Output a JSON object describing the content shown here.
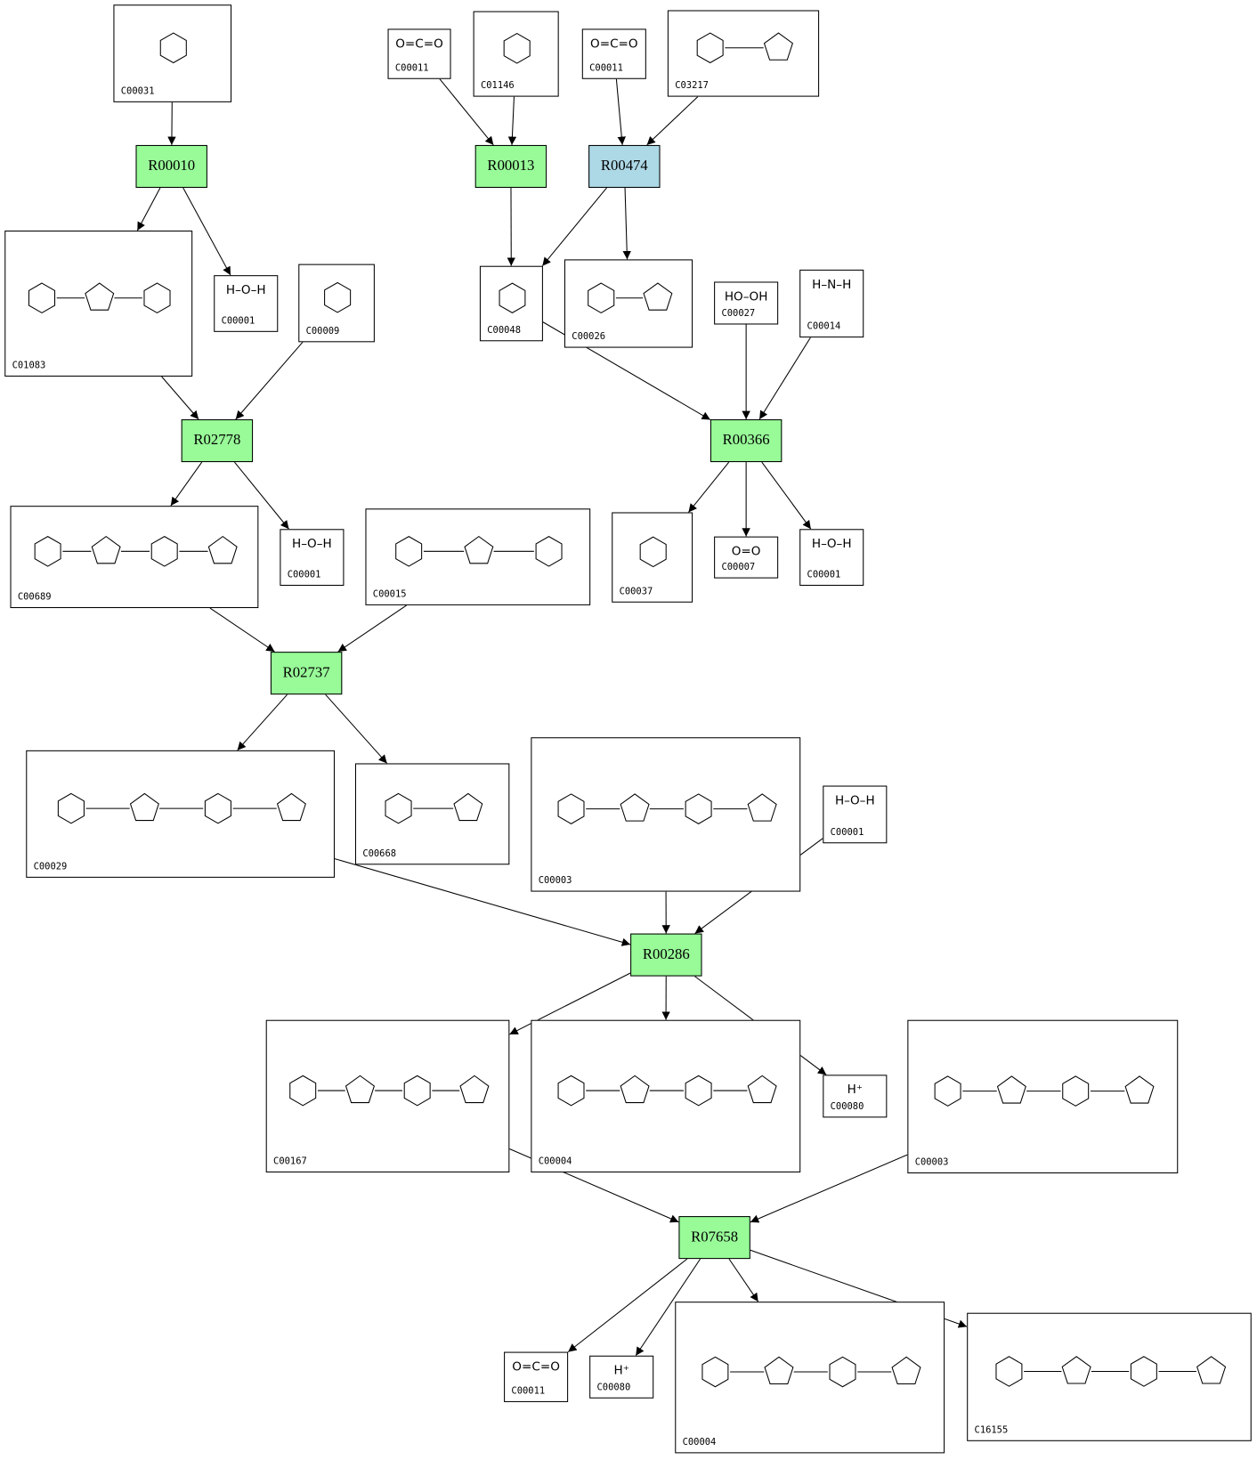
{
  "colors": {
    "reaction": "#98fb98",
    "reaction_highlight": "#add8e6",
    "border": "#000000"
  },
  "reactions": [
    {
      "id": "R00010",
      "label": "R00010",
      "highlight": false
    },
    {
      "id": "R00013",
      "label": "R00013",
      "highlight": false
    },
    {
      "id": "R00474",
      "label": "R00474",
      "highlight": true
    },
    {
      "id": "R02778",
      "label": "R02778",
      "highlight": false
    },
    {
      "id": "R00366",
      "label": "R00366",
      "highlight": false
    },
    {
      "id": "R02737",
      "label": "R02737",
      "highlight": false
    },
    {
      "id": "R00286",
      "label": "R00286",
      "highlight": false
    },
    {
      "id": "R07658",
      "label": "R07658",
      "highlight": false
    }
  ],
  "compounds": [
    {
      "key": "c00031",
      "label": "C00031",
      "structure": ""
    },
    {
      "key": "c00011a",
      "label": "C00011",
      "structure": "O=C=O"
    },
    {
      "key": "c01146",
      "label": "C01146",
      "structure": ""
    },
    {
      "key": "c00011b",
      "label": "C00011",
      "structure": "O=C=O"
    },
    {
      "key": "c03217",
      "label": "C03217",
      "structure": ""
    },
    {
      "key": "c01083",
      "label": "C01083",
      "structure": ""
    },
    {
      "key": "c00001a",
      "label": "C00001",
      "structure": "H–O–H"
    },
    {
      "key": "c00009",
      "label": "C00009",
      "structure": ""
    },
    {
      "key": "c00048",
      "label": "C00048",
      "structure": ""
    },
    {
      "key": "c00026",
      "label": "C00026",
      "structure": ""
    },
    {
      "key": "c00027",
      "label": "C00027",
      "structure": "HO–OH"
    },
    {
      "key": "c00014",
      "label": "C00014",
      "structure": "H–N–H"
    },
    {
      "key": "c00689",
      "label": "C00689",
      "structure": ""
    },
    {
      "key": "c00001b",
      "label": "C00001",
      "structure": "H–O–H"
    },
    {
      "key": "c00015",
      "label": "C00015",
      "structure": ""
    },
    {
      "key": "c00037",
      "label": "C00037",
      "structure": ""
    },
    {
      "key": "c00007",
      "label": "C00007",
      "structure": "O=O"
    },
    {
      "key": "c00001c",
      "label": "C00001",
      "structure": "H–O–H"
    },
    {
      "key": "c00029",
      "label": "C00029",
      "structure": ""
    },
    {
      "key": "c00668",
      "label": "C00668",
      "structure": ""
    },
    {
      "key": "c00003a",
      "label": "C00003",
      "structure": ""
    },
    {
      "key": "c00001d",
      "label": "C00001",
      "structure": "H–O–H"
    },
    {
      "key": "c00167",
      "label": "C00167",
      "structure": ""
    },
    {
      "key": "c00004a",
      "label": "C00004",
      "structure": ""
    },
    {
      "key": "c00080a",
      "label": "C00080",
      "structure": "H⁺"
    },
    {
      "key": "c00003b",
      "label": "C00003",
      "structure": ""
    },
    {
      "key": "c00011c",
      "label": "C00011",
      "structure": "O=C=O"
    },
    {
      "key": "c00080b",
      "label": "C00080",
      "structure": "H⁺"
    },
    {
      "key": "c00004b",
      "label": "C00004",
      "structure": ""
    },
    {
      "key": "c16155",
      "label": "C16155",
      "structure": ""
    }
  ],
  "edges": [
    [
      "c00031",
      "R00010"
    ],
    [
      "c00011a",
      "R00013"
    ],
    [
      "c01146",
      "R00013"
    ],
    [
      "c00011b",
      "R00474"
    ],
    [
      "c03217",
      "R00474"
    ],
    [
      "R00010",
      "c01083"
    ],
    [
      "R00010",
      "c00001a"
    ],
    [
      "R00013",
      "c00048"
    ],
    [
      "R00474",
      "c00048"
    ],
    [
      "R00474",
      "c00026"
    ],
    [
      "c01083",
      "R02778"
    ],
    [
      "c00009",
      "R02778"
    ],
    [
      "c00048",
      "R00366"
    ],
    [
      "c00027",
      "R00366"
    ],
    [
      "c00014",
      "R00366"
    ],
    [
      "R02778",
      "c00689"
    ],
    [
      "R02778",
      "c00001b"
    ],
    [
      "R00366",
      "c00037"
    ],
    [
      "R00366",
      "c00007"
    ],
    [
      "R00366",
      "c00001c"
    ],
    [
      "c00689",
      "R02737"
    ],
    [
      "c00015",
      "R02737"
    ],
    [
      "R02737",
      "c00029"
    ],
    [
      "R02737",
      "c00668"
    ],
    [
      "c00029",
      "R00286"
    ],
    [
      "c00003a",
      "R00286"
    ],
    [
      "c00001d",
      "R00286"
    ],
    [
      "R00286",
      "c00167"
    ],
    [
      "R00286",
      "c00004a"
    ],
    [
      "R00286",
      "c00080a"
    ],
    [
      "c00167",
      "R07658"
    ],
    [
      "c00003b",
      "R07658"
    ],
    [
      "R07658",
      "c00011c"
    ],
    [
      "R07658",
      "c00080b"
    ],
    [
      "R07658",
      "c00004b"
    ],
    [
      "R07658",
      "c16155"
    ]
  ]
}
